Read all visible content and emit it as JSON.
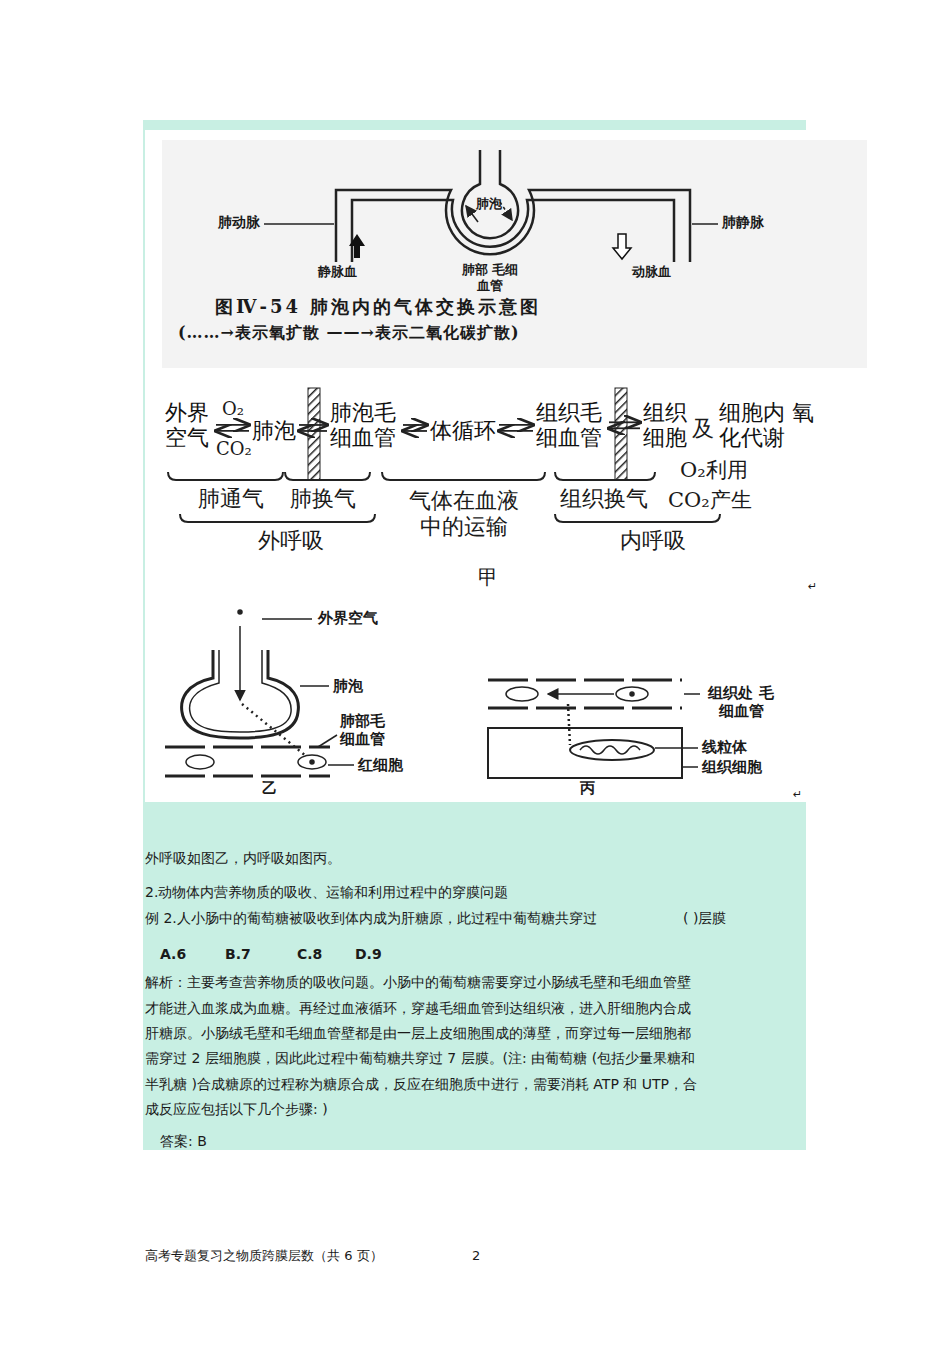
{
  "diagram": {
    "nodes": [
      {
        "text": [
          "外界空气"
        ]
      },
      {
        "text": [
          "肺泡"
        ]
      },
      {
        "text": [
          "肺泡毛细血管"
        ]
      },
      {
        "text": [
          "体循环"
        ]
      },
      {
        "text": [
          "组织毛细血管"
        ]
      },
      {
        "text": [
          "组织细胞"
        ]
      },
      {
        "text": [
          "细胞内 氧化代谢"
        ]
      }
    ],
    "edges": [
      {
        "from": 0,
        "to": 1,
        "arrow": "both"
      },
      {
        "from": 1,
        "to": 2,
        "arrow": "both"
      },
      {
        "from": 2,
        "to": 3,
        "arrow": "both"
      },
      {
        "from": 3,
        "to": 4,
        "arrow": "both"
      },
      {
        "from": 4,
        "to": 5,
        "arrow": "both"
      }
    ],
    "labels": [
      "肺动脉",
      "静脉血",
      "肺泡",
      "肺部 毛细血管",
      "动脉血",
      "肺静脉",
      "图Ⅳ-54 肺泡内的气体交换示意图",
      "(……→表示氧扩散 ——→表示二氧化碳扩散)",
      "O₂",
      "CO₂",
      "及",
      "O₂利用",
      "CO₂产生",
      "肺通气",
      "肺换气",
      "外呼吸",
      "气体在血液 中的运输",
      "组织换气",
      "内呼吸",
      "甲",
      "↵",
      "外界空气",
      "肺泡",
      "肺部毛 细血管",
      "红细胞",
      "乙",
      "组织处 毛细血管",
      "线粒体",
      "组织细胞",
      "丙",
      "↵",
      "外呼吸如图乙，内呼吸如图丙。",
      "2.动物体内营养物质的吸收、运输和利用过程中的穿膜问题",
      "例 2.人小肠中的葡萄糖被吸收到体内成为肝糖原，此过程中葡萄糖共穿过",
      "( )层膜",
      "A.6",
      "B.7",
      "C.8",
      "D.9",
      "解析：主要考查营养物质的吸收问题。小肠中的葡萄糖需要穿过小肠绒毛壁和毛细血管壁",
      "才能进入血浆成为血糖。再经过血液循环，穿越毛细血管到达组织液，进入肝细胞内合成",
      "肝糖原。小肠绒毛壁和毛细血管壁都是由一层上皮细胞围成的薄壁，而穿过每一层细胞都",
      "需穿过 2 层细胞膜，因此此过程中葡萄糖共穿过 7 层膜。(注: 由葡萄糖 (包括少量果糖和",
      "半乳糖 )合成糖原的过程称为糖原合成，反应在细胞质中进行，需要消耗 ATP 和 UTP，合",
      "成反应应包括以下几个步骤: )",
      "答案: B",
      "高考专题复习之物质跨膜层数（共 6 页）",
      "2"
    ]
  }
}
